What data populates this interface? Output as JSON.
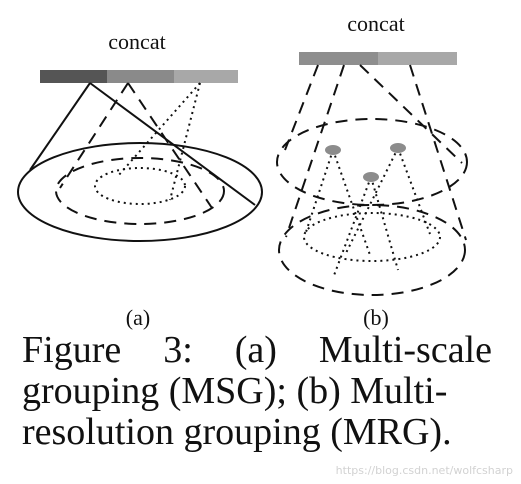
{
  "panel_a": {
    "concat_label": "concat",
    "sublabel": "(a)",
    "bar_colors": [
      "#555555",
      "#8a8a8a",
      "#a8a8a8"
    ]
  },
  "panel_b": {
    "concat_label": "concat",
    "sublabel": "(b)",
    "bar_colors": [
      "#8e8e8e",
      "#a8a8a8"
    ],
    "node_color": "#8c8c8c"
  },
  "caption": {
    "line1_parts": [
      "Figure",
      "3:",
      "(a)",
      "Multi-scale"
    ],
    "line2": "grouping (MSG); (b) Multi-",
    "line3": "resolution grouping (MRG)."
  },
  "watermark": "https://blog.csdn.net/wolfcsharp"
}
